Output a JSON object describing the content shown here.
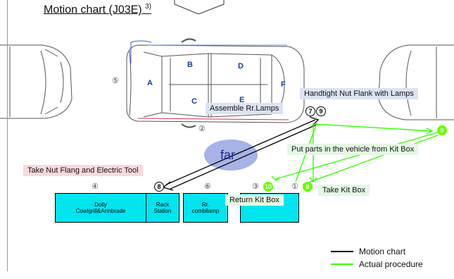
{
  "title": {
    "text": "Motion chart (J03E)",
    "sup": "3)"
  },
  "areas": [
    "A",
    "B",
    "C",
    "D",
    "E",
    "F"
  ],
  "positions": {
    "p5": "⑤",
    "p2": "②",
    "p4": "④",
    "p6": "⑥",
    "p3": "③",
    "p1": "①"
  },
  "callouts": {
    "handtight": "Handtight Nut Flank with Lamps",
    "assemble": "Assemble Rr.Lamps",
    "put_parts": "Put parts in the vehicle from Kit Box",
    "take_nut": "Take Nut Flang and Electric Tool",
    "take_kit": "Take Kit Box",
    "return_kit": "Return Kit Box",
    "far": "far"
  },
  "steps": {
    "s7": "7",
    "s9": "9",
    "s8_black": "8",
    "s8_green": "8",
    "s9_green": "9",
    "s10": "10"
  },
  "stations": {
    "dolly": [
      "Dolly",
      "Cowlgrill&Armbrade"
    ],
    "rack": [
      "Rack",
      "Station"
    ],
    "combilamp": [
      "Rr.",
      "combilamp"
    ]
  },
  "legend": {
    "motion": "Motion chart",
    "actual": "Actual procedure"
  },
  "colors": {
    "motion_line": "#000000",
    "actual_line": "#33ff00",
    "station_fill": "#00e5ee",
    "far_ellipse": "#a7b2e6"
  }
}
